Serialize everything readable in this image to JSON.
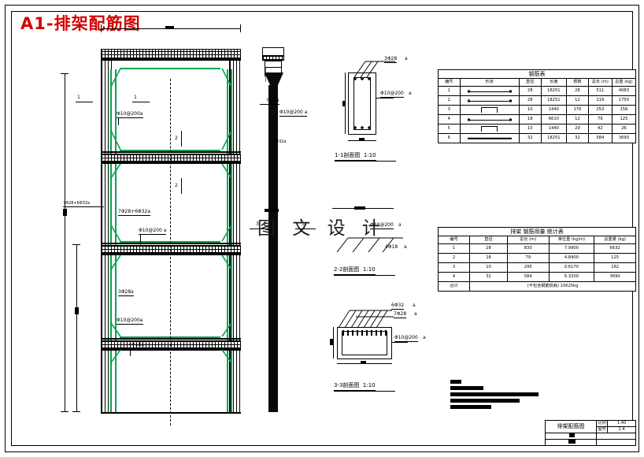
{
  "sheet": {
    "title": "A1-排架配筋图",
    "watermark": "图 文 设 计"
  },
  "rebar_table": {
    "caption": "钢筋表",
    "headers": [
      "编号",
      "形状",
      "直径",
      "长度",
      "根数",
      "总长 (m)",
      "总重 (kg)"
    ],
    "rows": [
      {
        "no": "1",
        "shape": "bar-dot-right",
        "dia": "28",
        "len": "18251",
        "count": "28",
        "total_len": "511",
        "total_wt": "4083"
      },
      {
        "no": "2",
        "shape": "bar-dot-both",
        "dia": "28",
        "len": "18251",
        "count": "12",
        "total_len": "219",
        "total_wt": "1750"
      },
      {
        "no": "3",
        "shape": "rect-open",
        "dia": "10",
        "len": "1440",
        "count": "176",
        "total_len": "253",
        "total_wt": "156"
      },
      {
        "no": "4",
        "shape": "bar-dot-both",
        "dia": "18",
        "len": "6610",
        "count": "12",
        "total_len": "79",
        "total_wt": "125"
      },
      {
        "no": "5",
        "shape": "rect-open",
        "dia": "10",
        "len": "1440",
        "count": "29",
        "total_len": "42",
        "total_wt": "26"
      },
      {
        "no": "6",
        "shape": "thick-bar",
        "dia": "32",
        "len": "18251",
        "count": "32",
        "total_len": "584",
        "total_wt": "3690"
      }
    ]
  },
  "usage_table": {
    "caption": "排架 钢筋用量 统计表",
    "headers": [
      "编号",
      "直径",
      "总长 (m)",
      "单位重 (kg/m)",
      "总重量 (kg)"
    ],
    "rows": [
      {
        "no": "1",
        "dia": "28",
        "total_len": "830",
        "unit_wt": "7.9900",
        "total_wt": "6632"
      },
      {
        "no": "2",
        "dia": "18",
        "total_len": "79",
        "unit_wt": "4.8400",
        "total_wt": "125"
      },
      {
        "no": "3",
        "dia": "10",
        "total_len": "295",
        "unit_wt": "0.6170",
        "total_wt": "182"
      },
      {
        "no": "4",
        "dia": "32",
        "total_len": "584",
        "unit_wt": "6.3200",
        "total_wt": "3690"
      }
    ],
    "total_label": "合计",
    "total_value": "(不包含钢筋损耗) 10625kg"
  },
  "title_block": {
    "drawing_name": "排架配筋图",
    "scale_label": "比例",
    "scale_value": "1:40",
    "number_label": "图号",
    "number_value": "1-4"
  },
  "elevation": {
    "annotations": [
      {
        "id": "ann-top-stirrup",
        "text": "Φ10@200a"
      },
      {
        "id": "ann-main-top",
        "text": "7Φ28+6Φ32a"
      },
      {
        "id": "ann-mid-stirrup",
        "text": "Φ10@200 a"
      },
      {
        "id": "ann-beam-bottom",
        "text": "3Φ28a"
      },
      {
        "id": "ann-lower-stirrup",
        "text": "Φ10@200a"
      },
      {
        "id": "ann-lower-main",
        "text": "4Φ18a"
      },
      {
        "id": "ann-side-left",
        "text": "7Φ28+6Φ32a"
      }
    ],
    "section_marks": [
      "1",
      "1",
      "2",
      "2",
      "3",
      "3"
    ]
  },
  "column": {
    "annotations": [
      {
        "id": "col-stirrup",
        "text": "Φ10@200 a"
      },
      {
        "id": "col-main",
        "text": "7Φ28a"
      },
      {
        "id": "col-extra",
        "text": "6Φ32a"
      }
    ],
    "section_marks": [
      "3",
      "3"
    ]
  },
  "sections": [
    {
      "id": "section-1-1",
      "title": "1-1剖面图",
      "scale": "1:10",
      "labels": [
        {
          "text": "3Φ28",
          "suffix": "a"
        },
        {
          "text": "Φ10@200",
          "suffix": "a"
        }
      ]
    },
    {
      "id": "section-2-2",
      "title": "2-2剖面图",
      "scale": "1:10",
      "labels": [
        {
          "text": "Φ10@200",
          "suffix": "a"
        },
        {
          "text": "4Φ18",
          "suffix": "a"
        }
      ]
    },
    {
      "id": "section-3-3",
      "title": "3-3剖面图",
      "scale": "1:10",
      "labels": [
        {
          "text": "6Φ32",
          "suffix": "a"
        },
        {
          "text": "7Φ28",
          "suffix": "a"
        },
        {
          "text": "Φ10@200",
          "suffix": "a"
        }
      ]
    }
  ],
  "notes_block": {
    "redacted": true,
    "line_count": 5
  },
  "colors": {
    "title_red": "#d40000",
    "rebar_green": "#00a550",
    "line_black": "#000000",
    "paper_white": "#ffffff"
  }
}
